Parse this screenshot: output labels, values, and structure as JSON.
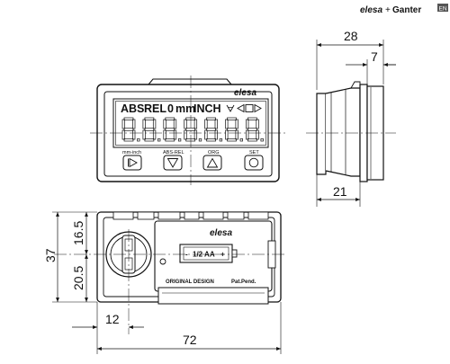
{
  "header": {
    "brand_left": "elesa",
    "brand_dash": "+",
    "brand_right": "Ganter",
    "brand_badge": "EN"
  },
  "front_view": {
    "logo": "elesa",
    "lcd_labels": [
      "ABS",
      "REL",
      "0",
      "mm",
      "INCH"
    ],
    "lcd_symbols": [
      "battery-icon",
      "arrow-left-icon",
      "square-icon",
      "arrow-right-icon"
    ],
    "digit_count": 7,
    "buttons": [
      {
        "label": "mm-inch",
        "icon": "play-icon"
      },
      {
        "label": "ABS-REL",
        "icon": "triangle-down-icon"
      },
      {
        "label": "ORG",
        "icon": "triangle-up-icon"
      },
      {
        "label": "SET",
        "icon": "circle-icon"
      }
    ]
  },
  "side_view": {
    "dim_top": "28",
    "dim_step": "7",
    "dim_bottom": "21"
  },
  "bottom_view": {
    "logo": "elesa",
    "battery_label": "1/2 AA",
    "battery_minus": "-",
    "battery_plus": "+",
    "text_original": "ORIGINAL DESIGN",
    "text_patent": "Pat.Pend.",
    "dim_height": "37",
    "dim_upper": "16.5",
    "dim_lower": "20.5",
    "dim_offset": "12",
    "dim_width": "72"
  }
}
